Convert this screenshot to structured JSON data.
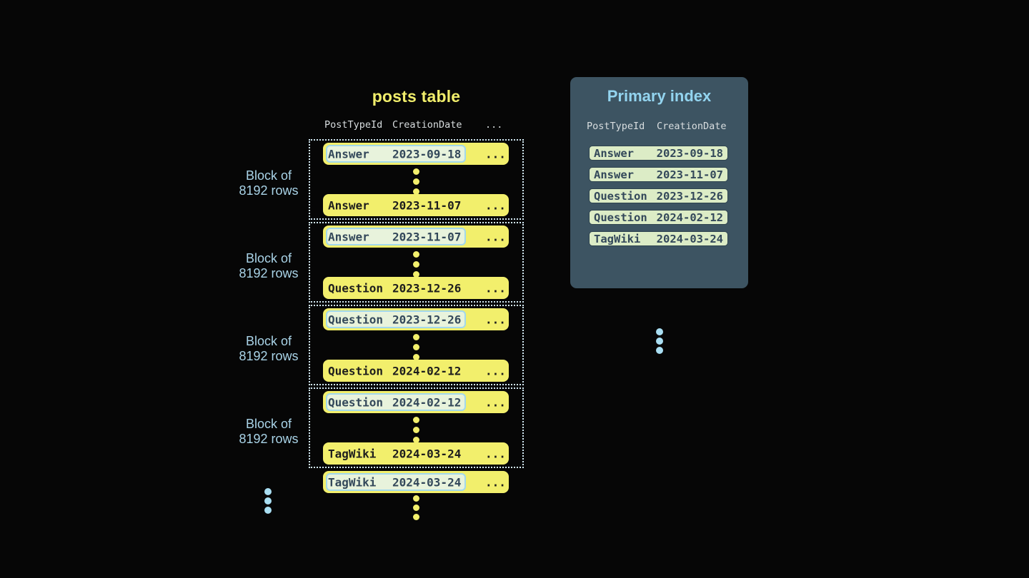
{
  "posts_table": {
    "title": "posts table",
    "headers": {
      "col1": "PostTypeId",
      "col2": "CreationDate",
      "col3": "..."
    },
    "block_label": {
      "line1": "Block of",
      "line2": "8192 rows"
    },
    "ellipsis": "...",
    "blocks": [
      {
        "first": {
          "type": "Answer",
          "date": "2023-09-18"
        },
        "last": {
          "type": "Answer",
          "date": "2023-11-07"
        }
      },
      {
        "first": {
          "type": "Answer",
          "date": "2023-11-07"
        },
        "last": {
          "type": "Question",
          "date": "2023-12-26"
        }
      },
      {
        "first": {
          "type": "Question",
          "date": "2023-12-26"
        },
        "last": {
          "type": "Question",
          "date": "2024-02-12"
        }
      },
      {
        "first": {
          "type": "Question",
          "date": "2024-02-12"
        },
        "last": {
          "type": "TagWiki",
          "date": "2024-03-24"
        }
      }
    ],
    "trailing_row": {
      "type": "TagWiki",
      "date": "2024-03-24"
    }
  },
  "primary_index": {
    "title": "Primary index",
    "headers": {
      "col1": "PostTypeId",
      "col2": "CreationDate"
    },
    "rows": [
      {
        "type": "Answer",
        "date": "2023-09-18"
      },
      {
        "type": "Answer",
        "date": "2023-11-07"
      },
      {
        "type": "Question",
        "date": "2023-12-26"
      },
      {
        "type": "Question",
        "date": "2024-02-12"
      },
      {
        "type": "TagWiki",
        "date": "2024-03-24"
      }
    ]
  },
  "colors": {
    "background": "#060606",
    "title_yellow": "#f1ee6b",
    "row_yellow": "#f2ef6c",
    "row_text_dark": "#1d1d1d",
    "block_border": "#d3e9f3",
    "label_blue": "#a9d3e7",
    "dot_blue": "#a9def2",
    "panel_bg": "#3d5462",
    "panel_title": "#93d4ef",
    "header_text": "#d8dddf",
    "pill_green": "#dcecc6",
    "pill_border_dark": "#2d424e",
    "highlight_green": "#e8f3dc",
    "highlight_border_blue": "#a2d8ec",
    "pill_text": "#33485a"
  }
}
